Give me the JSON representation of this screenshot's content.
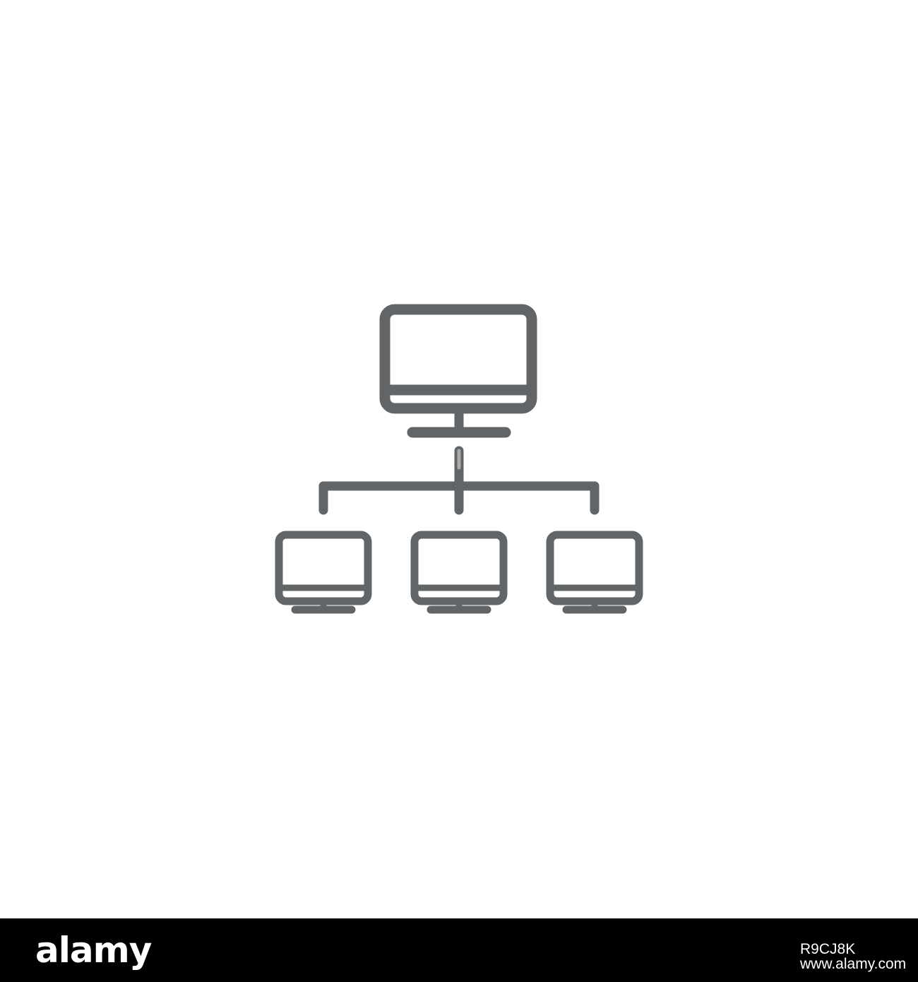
{
  "colors": {
    "background": "#ffffff",
    "icon_stroke": "#626567",
    "connector_highlight": "#a9abad",
    "footer_background": "#000000",
    "footer_text": "#ffffff"
  },
  "icon": {
    "name": "network-computers-icon"
  },
  "footer": {
    "brand": "alamy",
    "image_id": "R9CJ8K",
    "url": "www.alamy.com"
  }
}
